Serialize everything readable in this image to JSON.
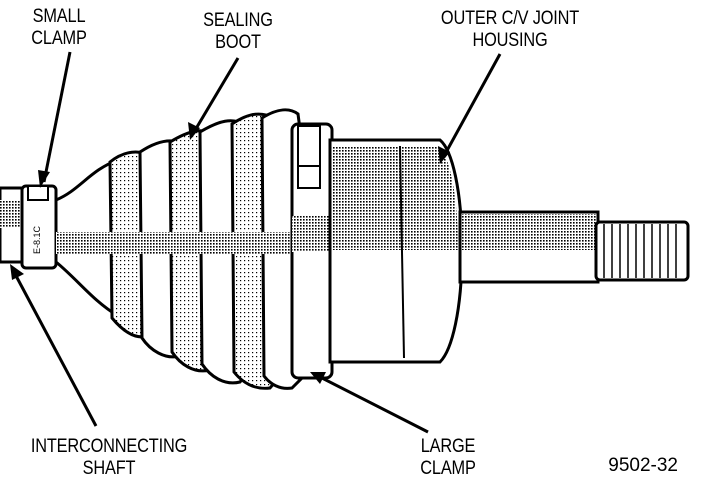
{
  "labels": {
    "small_clamp": [
      "SMALL",
      "CLAMP"
    ],
    "sealing_boot": [
      "SEALING",
      "BOOT"
    ],
    "outer_cv_joint_housing": [
      "OUTER C/V JOINT",
      "HOUSING"
    ],
    "interconnecting_shaft": [
      "INTERCONNECTING",
      "SHAFT"
    ],
    "large_clamp": [
      "LARGE",
      "CLAMP"
    ]
  },
  "figure_number": "9502-32",
  "colors": {
    "ink": "#000000",
    "paper": "#ffffff",
    "shade": "#9a9a9a"
  }
}
